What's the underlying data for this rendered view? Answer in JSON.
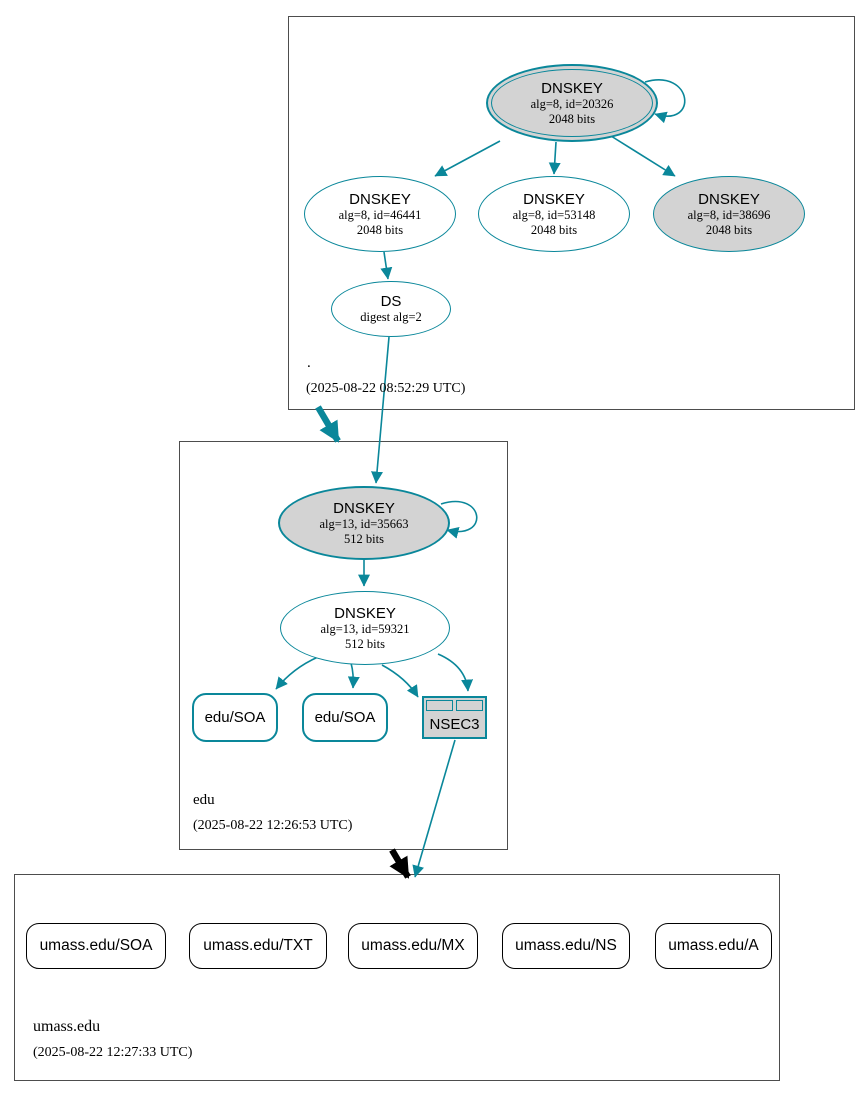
{
  "colors": {
    "secure": "#0a879a",
    "insecure": "#000000",
    "node_fill": "#d3d3d3",
    "white": "#ffffff",
    "box_border": "#4d4d4d",
    "text": "#000000"
  },
  "zones": [
    {
      "name": ".",
      "timestamp": "(2025-08-22 08:52:29 UTC)",
      "ksk": {
        "title": "DNSKEY",
        "alg": "alg=8, id=20326",
        "bits": "2048 bits"
      },
      "keys": [
        {
          "title": "DNSKEY",
          "alg": "alg=8, id=46441",
          "bits": "2048 bits"
        },
        {
          "title": "DNSKEY",
          "alg": "alg=8, id=53148",
          "bits": "2048 bits"
        },
        {
          "title": "DNSKEY",
          "alg": "alg=8, id=38696",
          "bits": "2048 bits"
        }
      ],
      "ds": {
        "title": "DS",
        "detail": "digest alg=2"
      }
    },
    {
      "name": "edu",
      "timestamp": "(2025-08-22 12:26:53 UTC)",
      "ksk": {
        "title": "DNSKEY",
        "alg": "alg=13, id=35663",
        "bits": "512 bits"
      },
      "zsk": {
        "title": "DNSKEY",
        "alg": "alg=13, id=59321",
        "bits": "512 bits"
      },
      "rrsets": [
        {
          "label": "edu/SOA"
        },
        {
          "label": "edu/SOA"
        }
      ],
      "nsec3": {
        "label": "NSEC3"
      }
    },
    {
      "name": "umass.edu",
      "timestamp": "(2025-08-22 12:27:33 UTC)",
      "rrsets": [
        {
          "label": "umass.edu/SOA"
        },
        {
          "label": "umass.edu/TXT"
        },
        {
          "label": "umass.edu/MX"
        },
        {
          "label": "umass.edu/NS"
        },
        {
          "label": "umass.edu/A"
        }
      ]
    }
  ]
}
